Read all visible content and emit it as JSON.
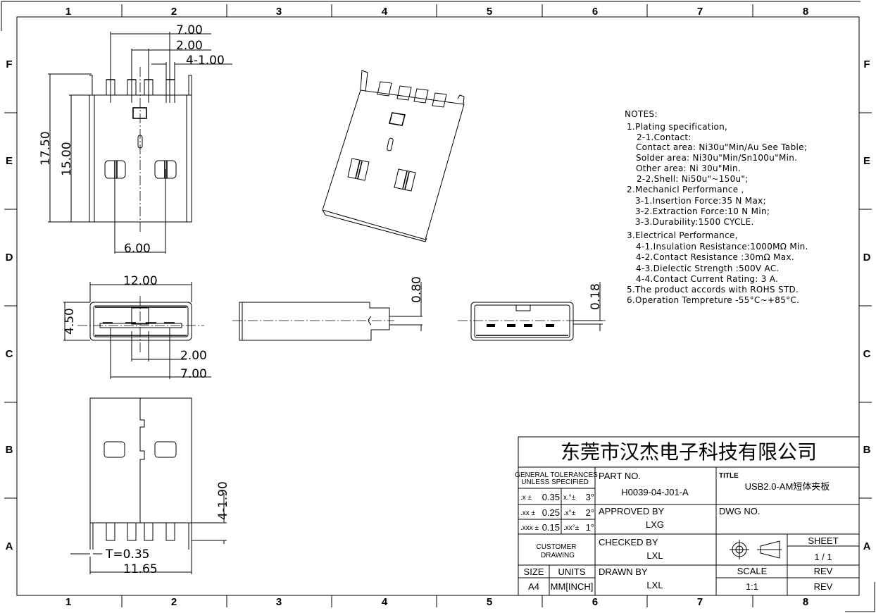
{
  "grid": {
    "columns": [
      "1",
      "2",
      "3",
      "4",
      "5",
      "6",
      "7",
      "8"
    ],
    "rows": [
      "F",
      "E",
      "D",
      "C",
      "B",
      "A"
    ]
  },
  "dimensions": {
    "top_width": "7.00",
    "top_pitch": "2.00",
    "pin_width": "4-1.00",
    "height_total": "17.50",
    "height_body": "15.00",
    "slot_span": "6.00",
    "front_width": "12.00",
    "front_height": "4.50",
    "front_pitch": "2.00",
    "front_span": "7.00",
    "side_offset": "0.80",
    "end_offset": "0.18",
    "pin_length": "4-1.90",
    "thickness": "T=0.35",
    "bottom_width": "11.65"
  },
  "notes": [
    "NOTES:",
    "1.Plating specification,",
    "2-1.Contact:",
    "Contact area: Ni30u\"Min/Au See Table;",
    "Solder area: Ni30u\"Min/Sn100u\"Min.",
    "Other area: Ni 30u\"Min.",
    "2-2.Shell: Ni50u\"~150u\";",
    "2.Mechanicl Performance ,",
    "3-1.Insertion Force:35 N Max;",
    "3-2.Extraction Force:10 N Min;",
    "3-3.Durability:1500 CYCLE.",
    "3.Electrical Performance,",
    "4-1.Insulation Resistance:1000MΩ Min.",
    "4-2.Contact Resistance :30mΩ Max.",
    "4-3.Dielectic Strength :500V AC.",
    "4-4.Contact Current Rating: 3 A.",
    "5.The product accords with ROHS STD.",
    "6.Operation Tempreture -55°C~+85°C."
  ],
  "title_block": {
    "company": "东莞市汉杰电子科技有限公司",
    "tol_header1": "GENERAL TOLERANCES",
    "tol_header2": "UNLESS  SPECIFIED",
    "tol": [
      [
        ".x ±",
        "0.35",
        "x.°±",
        "3°"
      ],
      [
        ".xx ±",
        "0.25",
        ".x°±",
        "2°"
      ],
      [
        ".xxx ±",
        "0.15",
        ".xx°±",
        "1°"
      ]
    ],
    "part_no_label": "PART NO.",
    "part_no": "H0039-04-J01-A",
    "title_label": "TITLE",
    "title": "USB2.0-AM短体夹板",
    "approved_label": "APPROVED BY",
    "approved": "LXG",
    "dwg_label": "DWG NO.",
    "customer1": "CUSTOMER",
    "customer2": "DRAWING",
    "checked_label": "CHECKED BY",
    "checked": "LXL",
    "sheet_label": "SHEET",
    "sheet": "1 / 1",
    "size_label": "SIZE",
    "units_label": "UNITS",
    "size": "A4",
    "units": "MM[INCH]",
    "drawn_label": "DRAWN BY",
    "drawn": "LXL",
    "scale_label": "SCALE",
    "scale": "1:1",
    "rev_label": "REV",
    "rev": "REV"
  }
}
